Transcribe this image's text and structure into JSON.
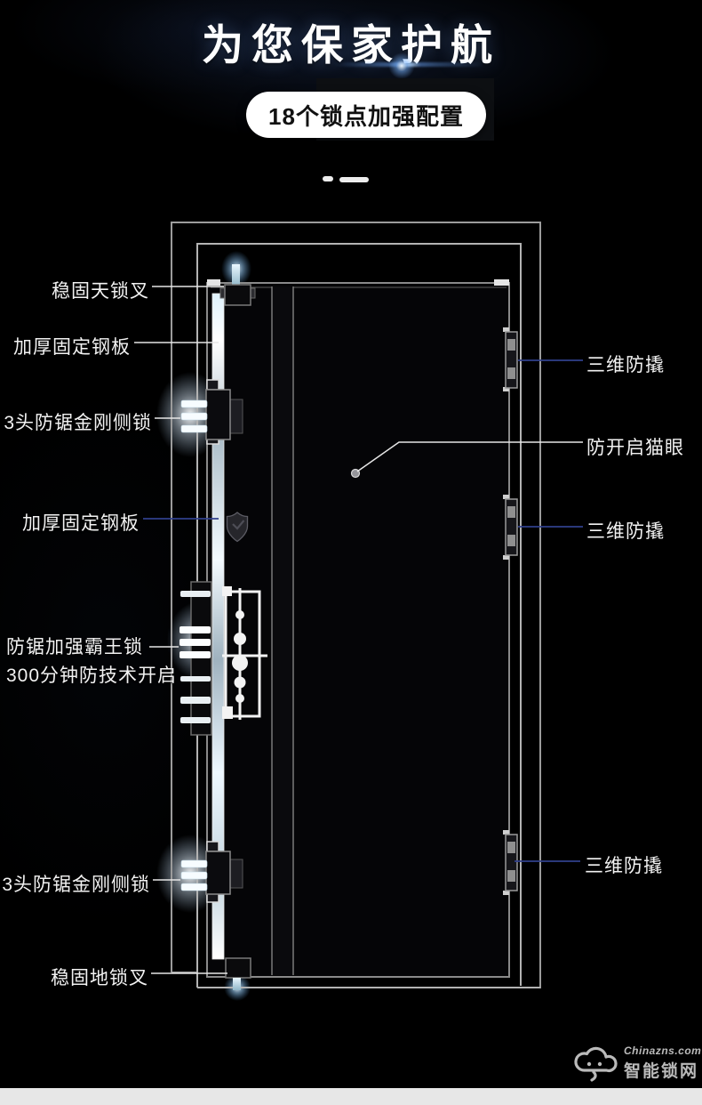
{
  "colors": {
    "background": "#000000",
    "leader_white": "#e6e6e6",
    "leader_blue": "#31408c",
    "badge_bg": "#ffffff",
    "badge_text": "#111111",
    "glow_cyan": "#cdeaff",
    "footer_bar": "#e7e7e7",
    "watermark": "#d4d4d4"
  },
  "header": {
    "title": "为您保家护航",
    "badge": "18个锁点加强配置"
  },
  "diagram": {
    "left_labels": [
      {
        "text": "稳固天锁叉"
      },
      {
        "text": "加厚固定钢板"
      },
      {
        "text": "3头防锯金刚侧锁"
      },
      {
        "text": "加厚固定钢板"
      },
      {
        "text": "防锯加强霸王锁",
        "text2": "300分钟防技术开启"
      },
      {
        "text": "3头防锯金刚侧锁"
      },
      {
        "text": "稳固地锁叉"
      }
    ],
    "right_labels": [
      {
        "text": "三维防撬"
      },
      {
        "text": "防开启猫眼"
      },
      {
        "text": "三维防撬"
      },
      {
        "text": "三维防撬"
      }
    ]
  },
  "footer": {
    "brand_domain": "Chinazns.com",
    "brand_name": "智能锁网"
  }
}
